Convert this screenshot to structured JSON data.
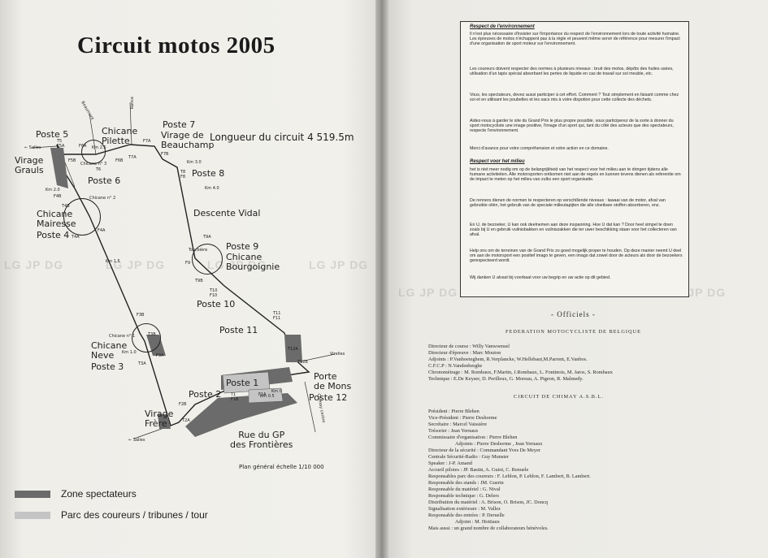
{
  "map": {
    "title": "Circuit motos 2005",
    "length_label": "Longueur du circuit 4 519.5m",
    "scale_label": "Plan général échelle 1/10 000",
    "postes": {
      "p5": "Poste 5",
      "p6": "Poste 6",
      "p7": "Poste 7",
      "p8": "Poste 8",
      "p4": "Poste 4",
      "p9": "Poste 9",
      "p10": "Poste 10",
      "p11": "Poste 11",
      "p3": "Poste 3",
      "p2": "Poste 2",
      "p1": "Poste 1",
      "p12": "Poste 12"
    },
    "corners": {
      "pilette": "Chicane\nPilette",
      "beauchamp": "Virage de\nBeauchamp",
      "grauls": "Virage\nGrauls",
      "mairesse": "Chicane\nMairesse",
      "vidal": "Descente Vidal",
      "bourgoignie": "Chicane\nBourgoignie",
      "neve": "Chicane\nNeve",
      "frere": "Virage\nFrère",
      "porte_mons": "Porte\nde Mons",
      "rue_gp": "Rue du GP\ndes Frontières"
    },
    "small": {
      "salles_top": "← Salles",
      "salles_bottom": "← Salles",
      "rance": "Rance",
      "beaumont": "Beaumont",
      "virelles": "Virelles",
      "chimay": "Chimay centre",
      "chic3": "Chicane n° 3",
      "chic2": "Chicane n° 2",
      "chic1": "Chicane n° 1",
      "tour": "Tourbière",
      "km": [
        "Km 2.5",
        "Km 3.0",
        "Km 2.0",
        "Km 1.5",
        "Km 1.0",
        "Km 4.0",
        "Km 0.5",
        "Km 0"
      ],
      "towers": [
        "T5",
        "F5A",
        "F6A",
        "F6B",
        "T6",
        "F5B",
        "T7A",
        "F7A",
        "F7B",
        "T8",
        "F8",
        "F4B",
        "T4B",
        "F4A",
        "T4A",
        "T9A",
        "F9",
        "T9B",
        "T10",
        "F10",
        "T11",
        "F11",
        "T12A",
        "T12B",
        "F3B",
        "T3B",
        "F3A",
        "T3A",
        "F2B",
        "T2A",
        "T1",
        "F1B",
        "F1A"
      ]
    },
    "legend": {
      "spectators": "Zone spectateurs",
      "paddock": "Parc des coureurs / tribunes / tour",
      "spectators_color": "#6b6b6b",
      "paddock_color": "#c4c4c4"
    },
    "watermark": [
      "LG",
      "JP",
      "DG"
    ]
  },
  "box": {
    "h1": "Respect de l'environnement",
    "p1": "Il n'est plus nécessaire d'insister sur l'importance du respect de l'environnement lors de toute activité humaine. Les épreuves de motos n'échappent pas à la règle et peuvent même servir de référence pour mesurer l'impact d'une organisation de sport moteur sur l'environnement.",
    "p2": "Les coureurs doivent respecter des normes à plusieurs niveaux : bruit des motos, dépôts des huiles usées, utilisation d'un tapis spécial absorbant les pertes de liquide en cas de travail sur sol meuble, etc.",
    "p3": "Vous, les spectateurs, devez aussi participer à cet effort. Comment ? Tout simplement en faisant comme chez soi et en utilisant les poubelles et les sacs mis à votre dispotion pour cette collecte des déchets.",
    "p4": "Aidez-nous à garder le site du Grand Prix le plus propre possible, vous participerez de la sorte à donner du sport motocycliste une image positive, l'image d'un sport qui, tant du côté des acteurs que des spectateurs, respecte l'environnement.",
    "p5": "Merci d'avance pour votre compréhension et votre action en ce domaine.",
    "h2": "Respect voor het milieu",
    "p6": "het is niet meer nodig om op de belangrijkheid van het respect voor het milieu aan te dringen tijdens alle humane activiteiten. Alle motorsporten ontkomen niet aan de regels en kunnen tevens dienen als referentie om de impact te meten op het milieu van zulks een sport organisatie.",
    "p7": "De renners dienen de normen te respecteren op verschillende niveaus : lawaai van de motor, afval van gebruikte oliën, het gebruik van de speciale milieutapijten die alle vloeibare stoffen absorberen, enz.",
    "p8": "En U, de bezoeker, U kan ook deelnemen aan deze inspanning. Hoe U dat kan ? Door heel simpel te doen zoals bij U en gebruik vuilnisbakken en vuilniszakken die ter uwer beschikking staan voor het collecteren van afval.",
    "p9": "Help ons om de terreinen van de Grand Prix zo goed mogelijk proper te houden. Op deze manier neemt U deel om aan de motorsport een positief imago te geven, een imago dat zowel door de acteurs als door de bezoekers gerespecteerd wordt.",
    "p10": "Wij danken U alvast bij voorbaat voor uw begrip en uw actie op dit gebied."
  },
  "officiels": {
    "heading": "- Officiels -",
    "fed": "FEDERATION MOTOCYCLISTE DE BELGIQUE",
    "fed_lines": [
      "Directeur de course : Willy Vanwoensel",
      "Directeur d'épreuve : Marc Mouton",
      "Adjoints : P.Vanhoeteghem, R.Verplancke, W.Hellebaut,M.Parrent, E.Vanbos.",
      "C.F.C.P : N.Vandenberghe",
      "Chronométrage : M. Rombaux, F.Martin, J.Rombaux, L. Fontinois, M. Jaros, S. Rombaux",
      "Technique : E.De Keyser, D. Perilleux, G. Moreau, A. Pigeon, R. Malmedy."
    ],
    "club": "CIRCUIT DE CHIMAY A.S.B.L.",
    "club_lines": [
      "Président : Pierre Blehen",
      "Vice-Président : Pierre Deshorme",
      "Secrétaire : Marcel Vaissière",
      "Trésorier : Jean Yernaux",
      "Commissaire d'organisation : Pierre Blehen",
      "Adjoints : Pierre Deshorme , Jean Yernaux",
      "Directeur de la sécurité : Commandant Yves De Meyer",
      "Centrale Sécurité-Radio : Guy Munster",
      "Speaker : J-P. Amand",
      "Accueil pilotes : JP. Bastin, A. Guiot, C. Renuele",
      "Responsables parc des coureurs : F. Leblon, P. Leblon, F. Lambert, B. Lambert.",
      "Responsable des stands : JM. Guerin",
      "Responsable du matériel : G. Nival",
      "Responsable technique : G. Delers",
      "Distribution du matériel : A. Brison, O. Brison, JC. Doncq",
      "Signalisation extérieure : M. Vallez",
      "Responsable des entrées : P. Deruelle",
      "Adjoint : M. Hottiaux",
      "Mais aussi : un grand nombre de collaborateurs bénévoles."
    ]
  }
}
